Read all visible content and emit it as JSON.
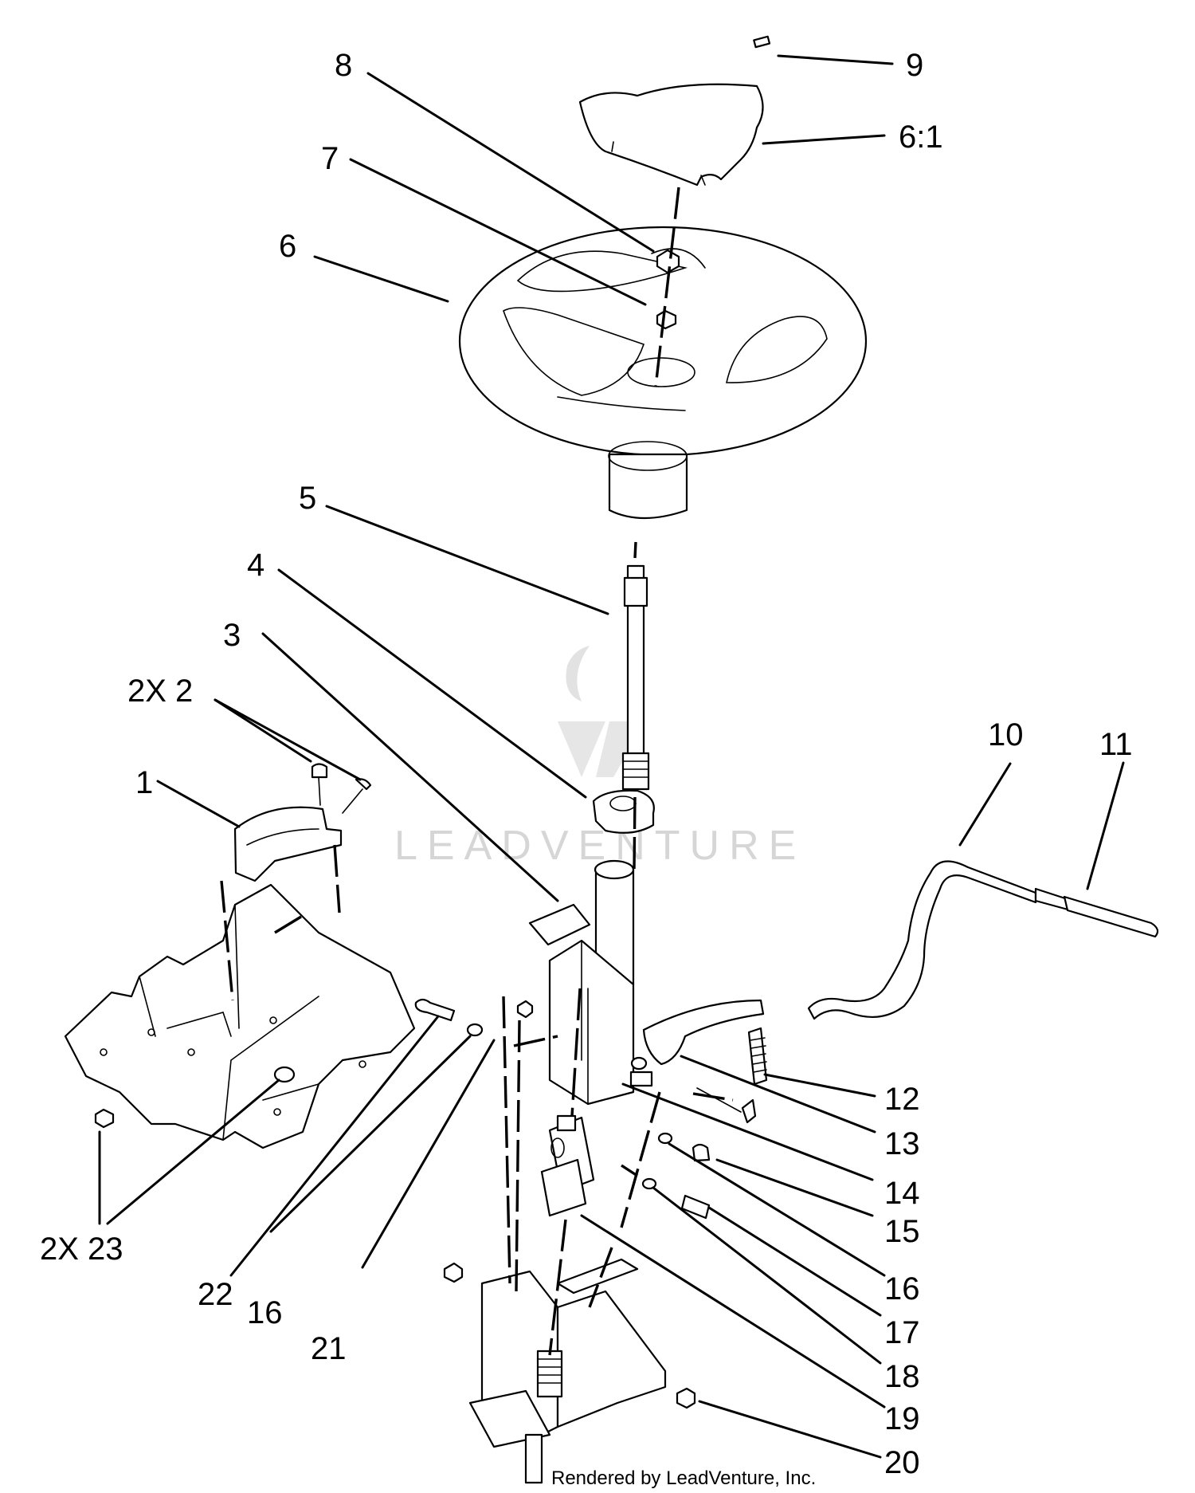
{
  "watermark": "LEADVENTURE",
  "footer": "Rendered by LeadVenture, Inc.",
  "callouts": [
    "1",
    "2X 2",
    "3",
    "4",
    "5",
    "6",
    "7",
    "8",
    "9",
    "6:1",
    "10",
    "11",
    "12",
    "13",
    "14",
    "15",
    "16",
    "16",
    "17",
    "18",
    "19",
    "20",
    "21",
    "22",
    "2X 23"
  ]
}
